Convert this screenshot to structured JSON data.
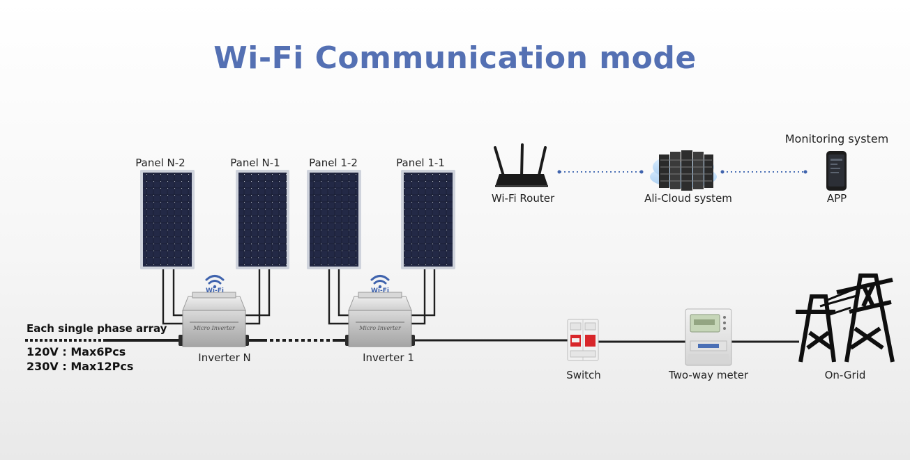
{
  "title": "Wi-Fi Communication mode",
  "panels": {
    "n2": "Panel N-2",
    "n1": "Panel N-1",
    "p12": "Panel 1-2",
    "p11": "Panel 1-1"
  },
  "inverters": {
    "n": "Inverter N",
    "one": "Inverter 1",
    "wifi_badge": "Wi-Fi",
    "device_text": "Micro Inverter"
  },
  "array_info": {
    "heading": "Each single phase array",
    "line1": "120V : Max6Pcs",
    "line2": "230V : Max12Pcs"
  },
  "network": {
    "router": "Wi-Fi Router",
    "cloud": "Ali-Cloud system",
    "monitoring": "Monitoring system",
    "app": "APP"
  },
  "grid_side": {
    "switch": "Switch",
    "meter": "Two-way meter",
    "grid": "On-Grid"
  },
  "colors": {
    "title": "#5470b3",
    "wifi": "#3f63ad",
    "dotted_link": "#4a6fb5",
    "panel_cell": "#1d2238",
    "wire": "#222222"
  }
}
